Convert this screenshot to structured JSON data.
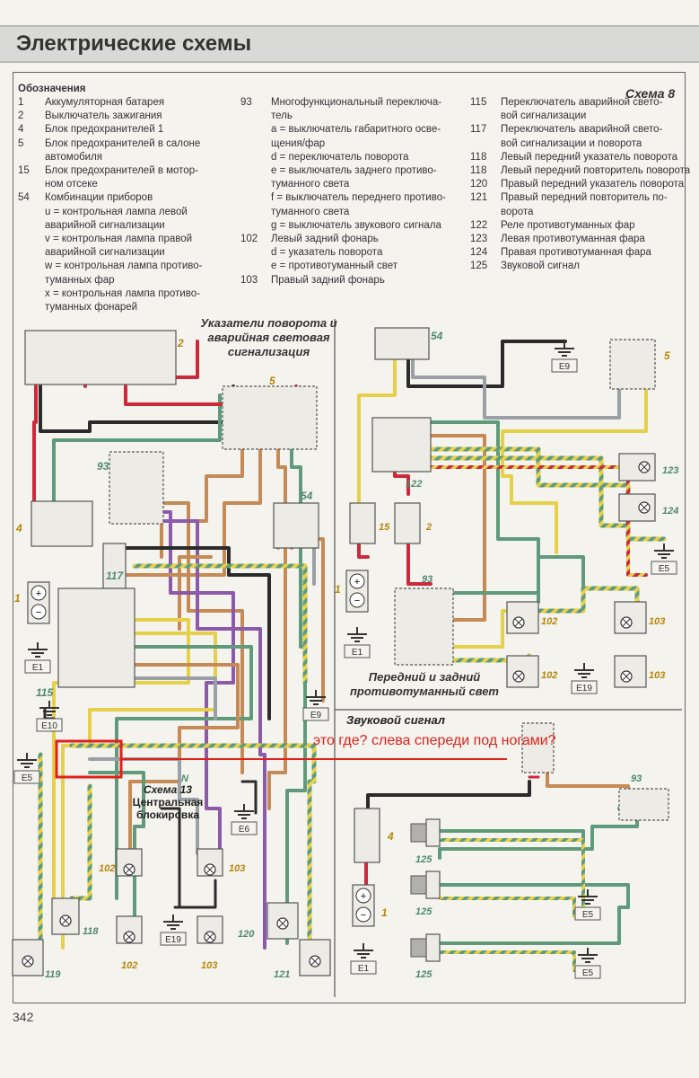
{
  "header": {
    "title": "Электрические схемы"
  },
  "scheme_label": "Схема 8",
  "legend": {
    "title": "Обозначения",
    "col1": [
      {
        "n": "1",
        "lines": [
          "Аккумуляторная батарея"
        ]
      },
      {
        "n": "2",
        "lines": [
          "Выключатель зажигания"
        ]
      },
      {
        "n": "4",
        "lines": [
          "Блок предохранителей 1"
        ]
      },
      {
        "n": "5",
        "lines": [
          "Блок предохранителей в салоне",
          "автомобиля"
        ]
      },
      {
        "n": "15",
        "lines": [
          "Блок предохранителей в мотор-",
          "ном отсеке"
        ]
      },
      {
        "n": "54",
        "lines": [
          "Комбинации приборов",
          "u = контрольная лампа левой",
          "аварийной сигнализации",
          "v = контрольная лампа правой",
          "аварийной сигнализации",
          "w = контрольная лампа противо-",
          "туманных фар",
          "x = контрольная лампа противо-",
          "туманных фонарей"
        ]
      }
    ],
    "col2": [
      {
        "n": "93",
        "lines": [
          "Многофункциональный переключа-",
          "тель",
          "a = выключатель габаритного осве-",
          "щения/фар",
          "d = переключатель поворота",
          "e = выключатель заднего противо-",
          "туманного света",
          "f = выключатель переднего противо-",
          "туманного света",
          "g = выключатель звукового сигнала"
        ]
      },
      {
        "n": "102",
        "lines": [
          "Левый задний фонарь",
          "d = указатель поворота",
          "e = противотуманный свет"
        ]
      },
      {
        "n": "103",
        "lines": [
          "Правый задний фонарь"
        ]
      }
    ],
    "col3": [
      {
        "n": "115",
        "lines": [
          "Переключатель аварийной свето-",
          "вой сигнализации"
        ]
      },
      {
        "n": "117",
        "lines": [
          "Переключатель аварийной свето-",
          "вой сигнализации и поворота"
        ]
      },
      {
        "n": "118",
        "lines": [
          "Левый передний указатель поворота"
        ]
      },
      {
        "n": "118",
        "lines": [
          "Левый передний повторитель поворота"
        ]
      },
      {
        "n": "120",
        "lines": [
          "Правый передний указатель поворота"
        ]
      },
      {
        "n": "121",
        "lines": [
          "Правый передний повторитель по-",
          "ворота"
        ]
      },
      {
        "n": "122",
        "lines": [
          "Реле противотуманных фар"
        ]
      },
      {
        "n": "123",
        "lines": [
          "Левая противотуманная фара"
        ]
      },
      {
        "n": "124",
        "lines": [
          "Правая противотуманная фара"
        ]
      },
      {
        "n": "125",
        "lines": [
          "Звуковой сигнал"
        ]
      }
    ]
  },
  "sections": {
    "turn": [
      "Указатели поворота и",
      "аварийная световая",
      "сигнализация"
    ],
    "fog": [
      "Передний и задний",
      "противотуманный свет"
    ],
    "horn": "Звуковой сигнал",
    "central": [
      "Схема 13",
      "Центральная",
      "блокировка"
    ]
  },
  "annotation": "это где? слева спереди под ногами?",
  "page_number": "342",
  "colors": {
    "red": "#cc2a3a",
    "black": "#2b2b2b",
    "green": "#5f9b7a",
    "yellow": "#e6d04a",
    "brown": "#c58a55",
    "violet": "#8b5aa8",
    "grey": "#9aa0a6",
    "annotation": "#e0211b"
  },
  "components": [
    {
      "id": "2",
      "label": "2"
    },
    {
      "id": "4",
      "label": "4"
    },
    {
      "id": "5",
      "label": "5"
    },
    {
      "id": "93",
      "label": "93"
    },
    {
      "id": "54",
      "label": "54"
    },
    {
      "id": "117",
      "label": "117"
    },
    {
      "id": "115",
      "label": "115"
    },
    {
      "id": "1",
      "label": "1"
    },
    {
      "id": "E1",
      "label": "E1"
    },
    {
      "id": "E10",
      "label": "E10"
    },
    {
      "id": "E5",
      "label": "E5"
    },
    {
      "id": "E9",
      "label": "E9"
    },
    {
      "id": "E6",
      "label": "E6"
    },
    {
      "id": "E19",
      "label": "E19"
    },
    {
      "id": "118",
      "label": "118"
    },
    {
      "id": "119",
      "label": "119"
    },
    {
      "id": "102",
      "label": "102"
    },
    {
      "id": "103",
      "label": "103"
    },
    {
      "id": "120",
      "label": "120"
    },
    {
      "id": "121",
      "label": "121"
    },
    {
      "id": "122",
      "label": "122"
    },
    {
      "id": "123",
      "label": "123"
    },
    {
      "id": "124",
      "label": "124"
    },
    {
      "id": "15",
      "label": "15"
    },
    {
      "id": "125",
      "label": "125"
    },
    {
      "id": "N",
      "label": "N"
    }
  ]
}
